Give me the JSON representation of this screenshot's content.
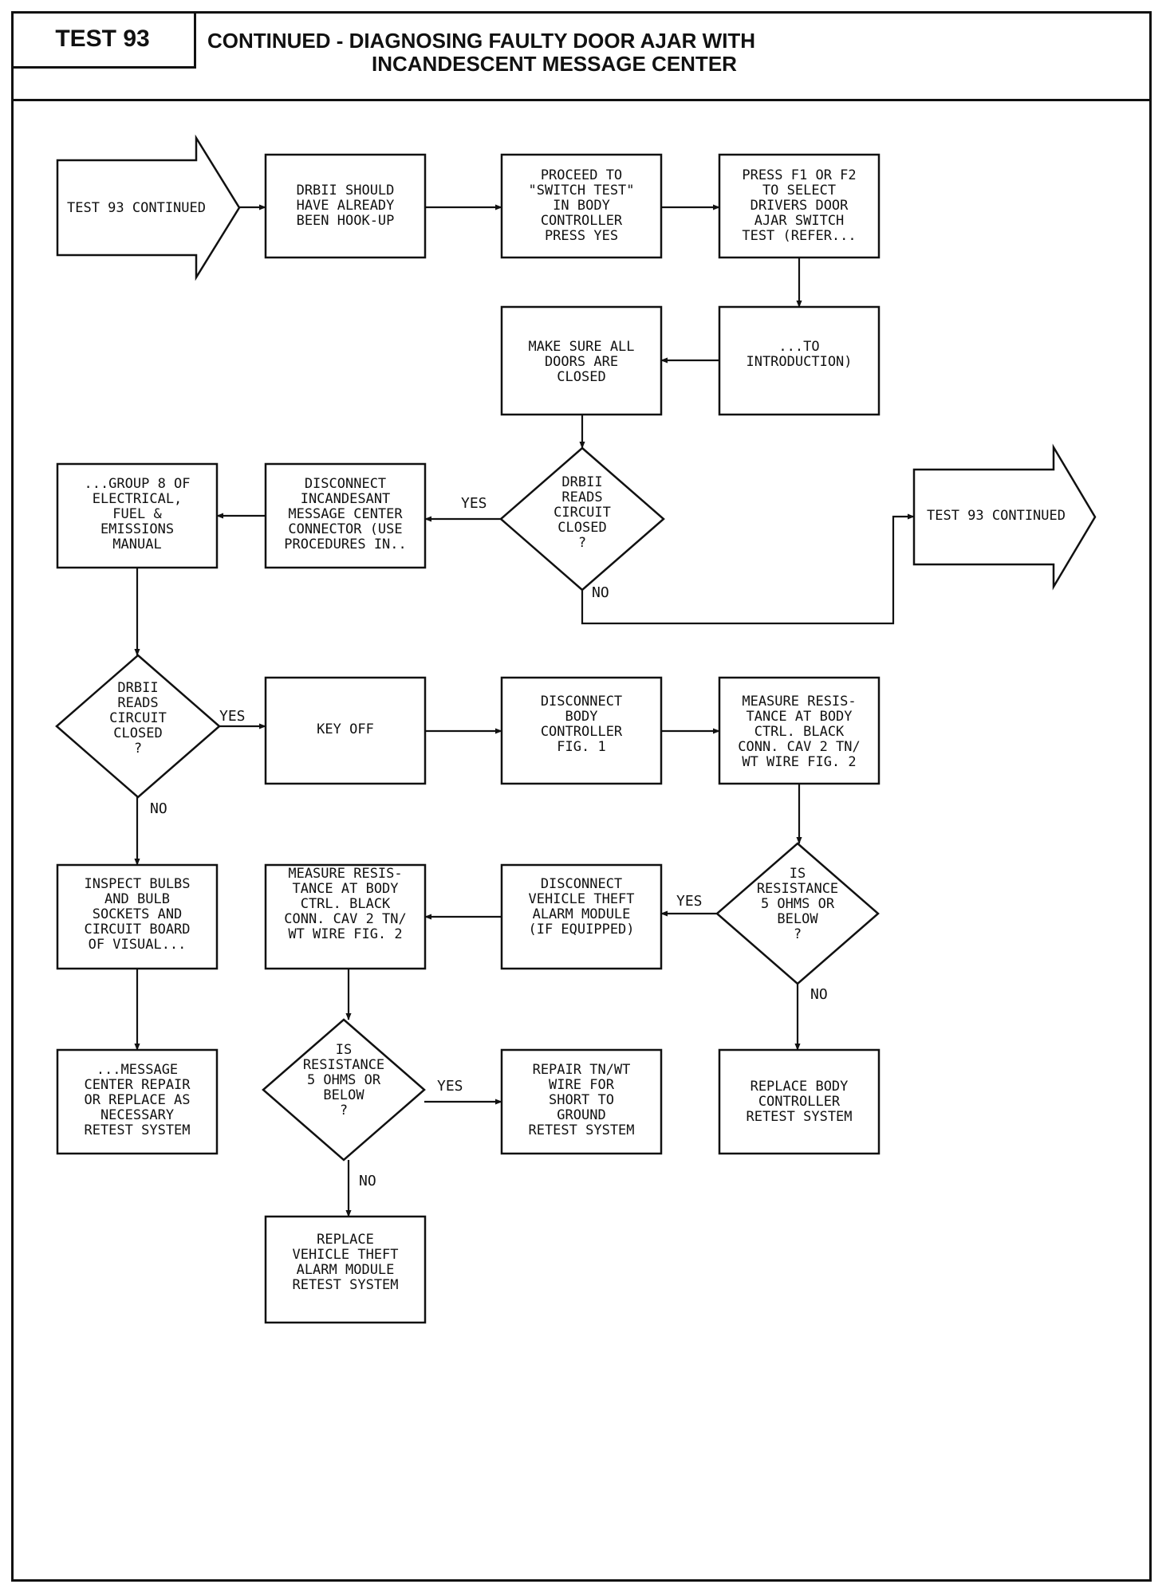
{
  "header": {
    "test_label": "TEST 93",
    "title_line1": "CONTINUED - DIAGNOSING FAULTY DOOR AJAR WITH",
    "title_line2": "INCANDESCENT MESSAGE CENTER"
  },
  "nodes": {
    "start": [
      "TEST 93 CONTINUED"
    ],
    "drb_hookup": [
      "DRBII SHOULD",
      "HAVE ALREADY",
      "BEEN HOOK-UP"
    ],
    "switch_test": [
      "PROCEED TO",
      "\"SWITCH TEST\"",
      "IN BODY",
      "CONTROLLER",
      "PRESS YES"
    ],
    "press_f1": [
      "PRESS F1 OR F2",
      "TO SELECT",
      "DRIVERS DOOR",
      "AJAR SWITCH",
      "TEST (REFER..."
    ],
    "to_intro": [
      "...TO",
      "INTRODUCTION)"
    ],
    "doors_closed": [
      "MAKE SURE ALL",
      "DOORS ARE",
      "CLOSED"
    ],
    "decision1": [
      "DRBII",
      "READS",
      "CIRCUIT",
      "CLOSED",
      "?"
    ],
    "exit": [
      "TEST 93 CONTINUED"
    ],
    "disconnect_msg": [
      "DISCONNECT",
      "INCANDESANT",
      "MESSAGE CENTER",
      "CONNECTOR (USE",
      "PROCEDURES IN.."
    ],
    "group8": [
      "...GROUP 8 OF",
      "ELECTRICAL,",
      "FUEL &",
      "EMISSIONS",
      "MANUAL"
    ],
    "decision2": [
      "DRBII",
      "READS",
      "CIRCUIT",
      "CLOSED",
      "?"
    ],
    "key_off": [
      "KEY OFF"
    ],
    "disconnect_body": [
      "DISCONNECT",
      "BODY",
      "CONTROLLER",
      "FIG. 1"
    ],
    "measure1": [
      "MEASURE RESIS-",
      "TANCE AT BODY",
      "CTRL. BLACK",
      "CONN. CAV 2 TN/",
      "WT WIRE FIG. 2"
    ],
    "inspect_bulbs": [
      "INSPECT BULBS",
      "AND BULB",
      "SOCKETS AND",
      "CIRCUIT BOARD",
      "OF VISUAL..."
    ],
    "measure2": [
      "MEASURE RESIS-",
      "TANCE AT BODY",
      "CTRL. BLACK",
      "CONN. CAV 2 TN/",
      "WT WIRE FIG. 2"
    ],
    "disconnect_theft": [
      "DISCONNECT",
      "VEHICLE THEFT",
      "ALARM MODULE",
      "(IF EQUIPPED)"
    ],
    "decision3": [
      "IS",
      "RESISTANCE",
      "5 OHMS OR",
      "BELOW",
      "?"
    ],
    "msg_repair": [
      "...MESSAGE",
      "CENTER REPAIR",
      "OR REPLACE AS",
      "NECESSARY",
      "RETEST SYSTEM"
    ],
    "decision4": [
      "IS",
      "RESISTANCE",
      "5 OHMS OR",
      "BELOW",
      "?"
    ],
    "repair_wire": [
      "REPAIR TN/WT",
      "WIRE FOR",
      "SHORT TO",
      "GROUND",
      "RETEST SYSTEM"
    ],
    "replace_body": [
      "REPLACE BODY",
      "CONTROLLER",
      "RETEST SYSTEM"
    ],
    "replace_theft": [
      "REPLACE",
      "VEHICLE THEFT",
      "ALARM MODULE",
      "RETEST SYSTEM"
    ]
  },
  "edge_labels": {
    "yes": "YES",
    "no": "NO"
  }
}
